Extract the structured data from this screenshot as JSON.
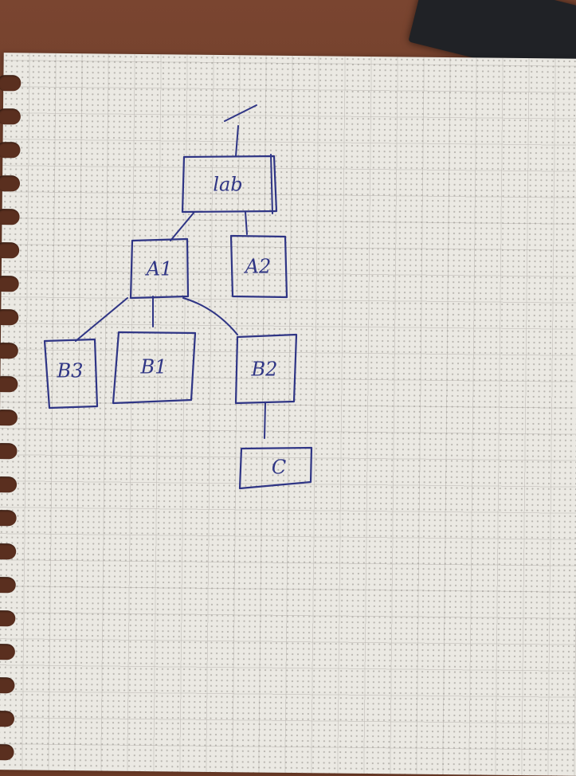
{
  "diagram": {
    "type": "tree",
    "nodes": [
      {
        "id": "root",
        "label": "lab"
      },
      {
        "id": "a1",
        "label": "A1"
      },
      {
        "id": "a2",
        "label": "A2"
      },
      {
        "id": "b3",
        "label": "B3"
      },
      {
        "id": "b1",
        "label": "B1"
      },
      {
        "id": "b2",
        "label": "B2"
      },
      {
        "id": "c",
        "label": "C"
      }
    ],
    "edges": [
      [
        "root",
        "a1"
      ],
      [
        "root",
        "a2"
      ],
      [
        "a1",
        "b3"
      ],
      [
        "a1",
        "b1"
      ],
      [
        "a1",
        "b2"
      ],
      [
        "b2",
        "c"
      ]
    ],
    "ink_color": "#2f3585"
  }
}
